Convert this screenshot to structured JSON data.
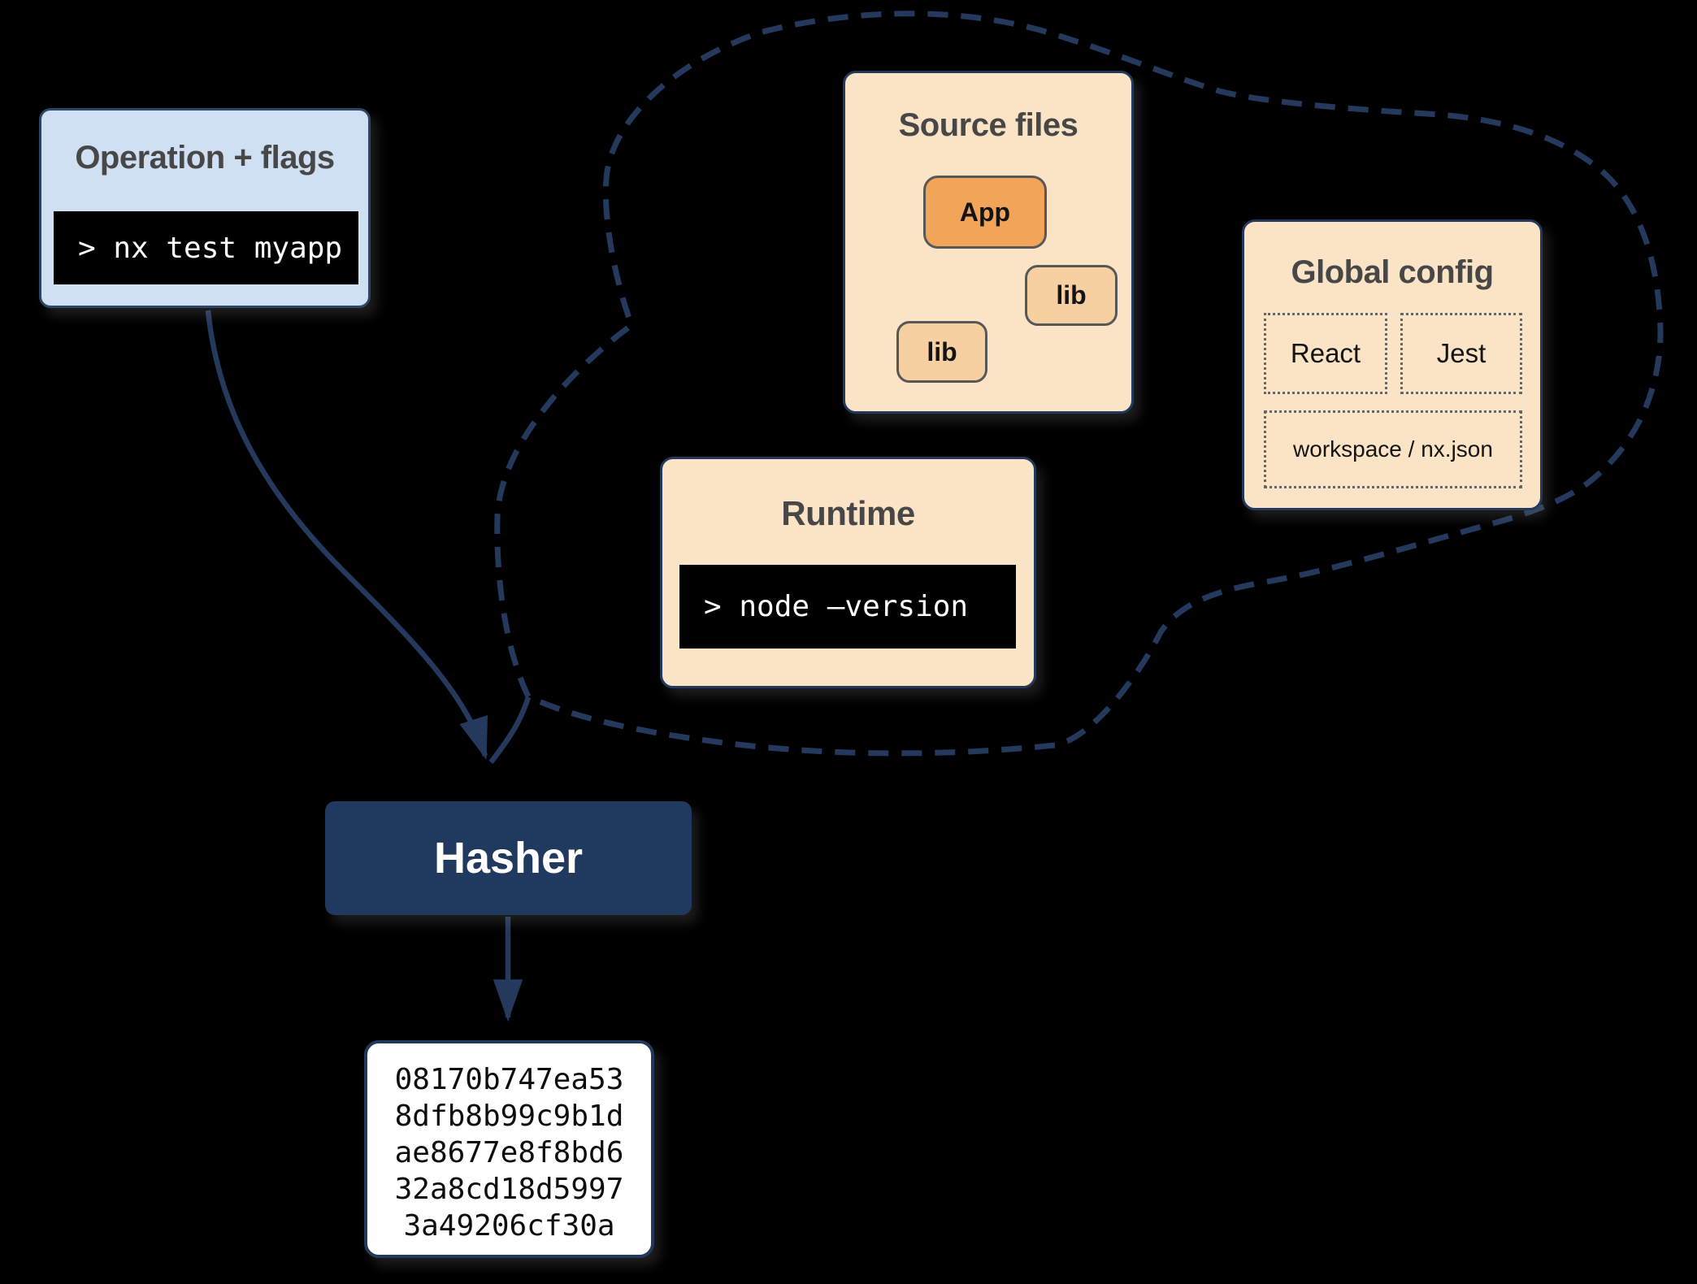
{
  "diagram": {
    "operation": {
      "title": "Operation + flags",
      "command": "> nx test myapp"
    },
    "source_files": {
      "title": "Source files",
      "nodes": {
        "app": "App",
        "lib_a": "lib",
        "lib_b": "lib"
      }
    },
    "global_config": {
      "title": "Global config",
      "items": [
        "React",
        "Jest",
        "workspace / nx.json"
      ]
    },
    "runtime": {
      "title": "Runtime",
      "command": "> node –version"
    },
    "hasher": {
      "label": "Hasher"
    },
    "hash_output": {
      "lines": [
        "08170b747ea53",
        "8dfb8b99c9b1d",
        "ae8677e8f8bd6",
        "32a8cd18d5997",
        "3a49206cf30a"
      ]
    }
  },
  "colors": {
    "background": "#000000",
    "navy": "#22395c",
    "light_blue": "#cfe0f3",
    "peach": "#fbe3c6",
    "orange": "#f2a458",
    "light_orange": "#f7d0a1",
    "gray_border": "#575757",
    "title_text": "#474747",
    "terminal_bg": "#000000",
    "terminal_text": "#ffffff",
    "hash_box_bg": "#ffffff"
  }
}
